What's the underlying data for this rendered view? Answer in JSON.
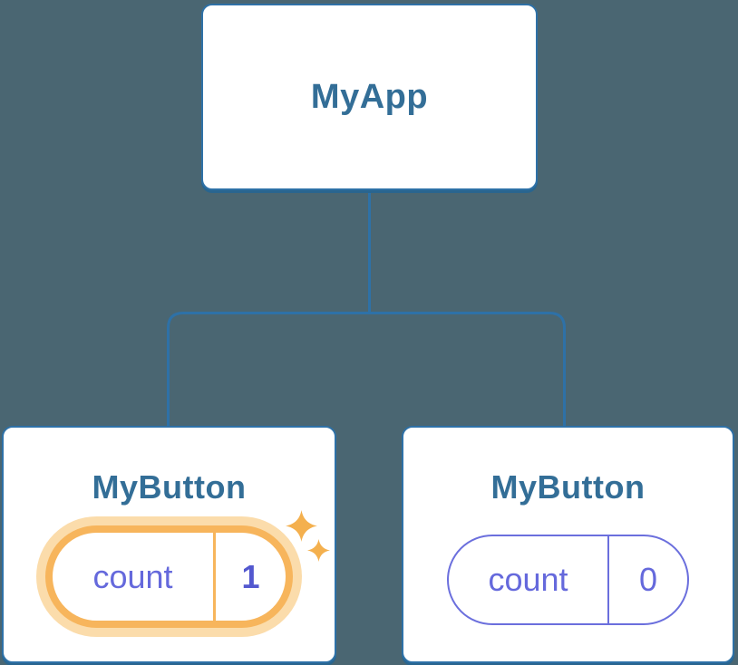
{
  "diagram": {
    "description": "React component tree with state",
    "colors": {
      "background": "#4a6672",
      "connector_line": "#2e71a7",
      "card_background": "#ffffff",
      "card_border": "#2e71a7",
      "title_text": "#336e97",
      "state_text": "#6569dc",
      "state_value_highlight_text": "#5358cf",
      "highlight_ring": "#f7b55c",
      "highlight_glow": "#fbdcab",
      "sparkle": "#f4b04e",
      "plain_pill_border": "#6b6fdd"
    },
    "tree": {
      "root": {
        "label": "MyApp"
      },
      "children": [
        {
          "label": "MyButton",
          "state": {
            "key": "count",
            "value": "1"
          },
          "highlighted": true,
          "icon": "sparkle-icon"
        },
        {
          "label": "MyButton",
          "state": {
            "key": "count",
            "value": "0"
          },
          "highlighted": false
        }
      ]
    }
  }
}
